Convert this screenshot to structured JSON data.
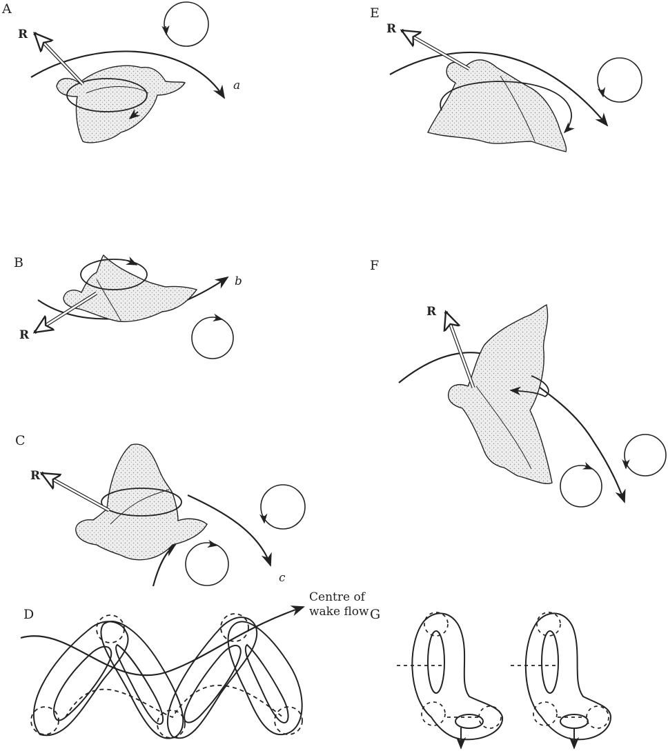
{
  "panels": {
    "a": {
      "label": "A",
      "force": "R",
      "path": "a"
    },
    "b": {
      "label": "B",
      "force": "R",
      "path": "b"
    },
    "c": {
      "label": "C",
      "force": "R",
      "path": "c"
    },
    "d": {
      "label": "D",
      "caption_line1": "Centre of",
      "caption_line2": "wake flow"
    },
    "e": {
      "label": "E",
      "force": "R"
    },
    "f": {
      "label": "F",
      "force": "R"
    },
    "g": {
      "label": "G"
    }
  },
  "colors": {
    "ink": "#222222",
    "wing_fill": "#ececec",
    "stipple": "#8a8a8a"
  }
}
